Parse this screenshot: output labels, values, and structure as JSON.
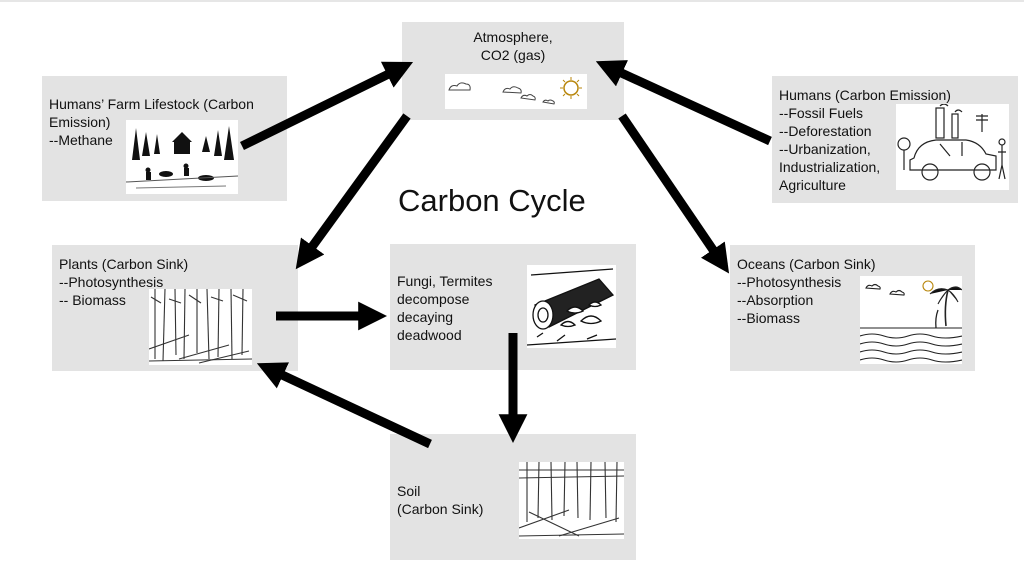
{
  "title": "Carbon Cycle",
  "nodes": {
    "atmosphere": {
      "text": "Atmosphere,\nCO2 (gas)",
      "icon": "sky-icon"
    },
    "farm": {
      "text": "Humans’ Farm Lifestock (Carbon\nEmission)\n--Methane",
      "icon": "farm-scene-icon"
    },
    "humans": {
      "text": "Humans (Carbon Emission)\n--Fossil Fuels\n--Deforestation\n--Urbanization,\nIndustrialization,\nAgriculture",
      "icon": "car-factory-icon"
    },
    "plants": {
      "text": "Plants (Carbon Sink)\n--Photosynthesis\n-- Biomass",
      "icon": "forest-icon"
    },
    "fungi": {
      "text": "Fungi, Termites\ndecompose\ndecaying\ndeadwood",
      "icon": "log-fungi-icon"
    },
    "oceans": {
      "text": "Oceans (Carbon Sink)\n--Photosynthesis\n--Absorption\n--Biomass",
      "icon": "beach-icon"
    },
    "soil": {
      "text": "Soil\n(Carbon Sink)",
      "icon": "forest-floor-icon"
    }
  },
  "edges": [
    {
      "from": "farm",
      "to": "atmosphere"
    },
    {
      "from": "humans",
      "to": "atmosphere"
    },
    {
      "from": "atmosphere",
      "to": "plants"
    },
    {
      "from": "atmosphere",
      "to": "oceans"
    },
    {
      "from": "plants",
      "to": "fungi"
    },
    {
      "from": "fungi",
      "to": "soil"
    },
    {
      "from": "soil",
      "to": "plants"
    }
  ]
}
